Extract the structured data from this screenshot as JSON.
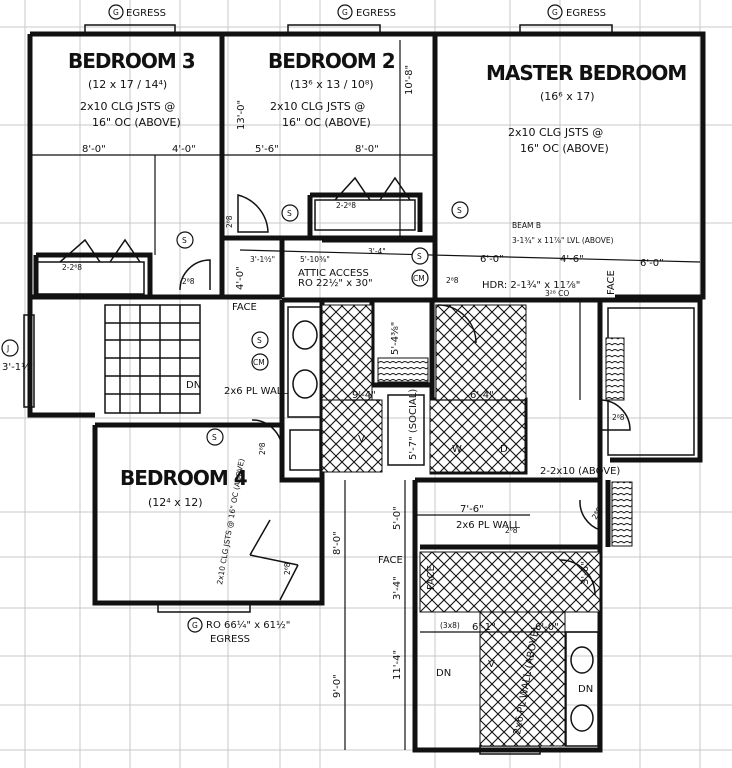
{
  "rooms": {
    "bedroom3": {
      "title": "BEDROOM 3",
      "size": "(12 x 17 / 14⁴)",
      "joists1": "2x10 CLG JSTS @",
      "joists2": "16\" OC (ABOVE)"
    },
    "bedroom2": {
      "title": "BEDROOM 2",
      "size": "(13⁶ x 13 / 10⁸)",
      "joists1": "2x10 CLG JSTS @",
      "joists2": "16\" OC (ABOVE)"
    },
    "master": {
      "title": "MASTER BEDROOM",
      "size": "(16⁶ x 17)",
      "joists1": "2x10 CLG JSTS @",
      "joists2": "16\" OC (ABOVE)"
    },
    "bedroom4": {
      "title": "BEDROOM 4",
      "size": "(12⁴ x 12)",
      "joists": "2x10 CLG JSTS @ 16\" OC (ABOVE)"
    }
  },
  "egress": {
    "top1": "EGRESS",
    "top2": "EGRESS",
    "top3": "EGRESS",
    "bottom_size": "RO 66¼\" x 61½\"",
    "bottom": "EGRESS"
  },
  "symbols": {
    "g": "G",
    "s": "S",
    "cm": "CM",
    "j": "J",
    "dn": "DN",
    "v": "V",
    "w": "W",
    "d": "D"
  },
  "dimensions": {
    "b3_w1": "8'-0\"",
    "b3_w2": "4'-0\"",
    "b2_w1": "5'-6\"",
    "b2_w2": "8'-0\"",
    "b2_h": "13'-0\"",
    "b2_h2": "10'-8\"",
    "closet1": "2-2⁶8",
    "closet2": "2-2⁶8",
    "door1": "2⁸8",
    "door2": "2⁸8",
    "door3": "2⁸8",
    "door4": "2⁸8",
    "door5": "2⁸8",
    "door6": "2⁶8",
    "door7": "2⁶8",
    "door8": "2⁸8",
    "hall1": "3'-1⁰⁄₂\"",
    "hall2": "5'-10⅜\"",
    "hall3": "3'-4\"",
    "mb1": "6'-0\"",
    "mb2": "4'-6\"",
    "mb3": "6'-0\"",
    "beam1": "BEAM B",
    "beam2": "3-1¾\" x 11⅞\" LVL (ABOVE)",
    "attic1": "ATTIC ACCESS",
    "attic2": "RO 22½\" x 30\"",
    "hdr": "HDR: 2-1¾\" x 11⅞\"",
    "co": "3²⁸ CO",
    "face1": "FACE",
    "face2": "FACE",
    "face3": "FACE",
    "face4": "FACE",
    "wall1": "2x6 PL WALL",
    "wall2": "2x6 PL WALL",
    "hdr2": "2-2x10 (ABOVE)",
    "d_54": "5'-4⅜\"",
    "d_64": "6'-4\"",
    "d_94": "9'-4\"",
    "d_76": "7'-6\"",
    "d_50": "5'-0\"",
    "d_80": "8'-0\"",
    "d_90": "9'-0\"",
    "d_34": "3'-4\"",
    "d_61": "6'-1\"",
    "d_60": "6'-0\"",
    "d_36": "3'-6\"",
    "d_11": "11'-4\"",
    "shower": "(3x8)",
    "vanity": "5'-7\" (SOCIAL)",
    "shelf": "2x6 PL WALL (ABOVE)",
    "b3_h": "4'-0\"",
    "ladder_l": "3'-1½\""
  }
}
